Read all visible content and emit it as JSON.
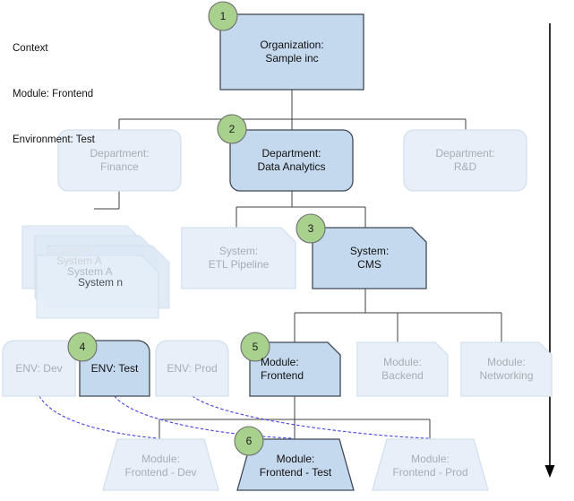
{
  "context": {
    "title": "Context",
    "module_line": "Module: Frontend",
    "environment_line": "Environment: Test"
  },
  "colors": {
    "active_fill": "#c5d9ee",
    "active_stroke": "#3f4a55",
    "dim_fill": "#e8eff8",
    "dim_stroke": "#d3e0ed",
    "active_text": "#111111",
    "dim_text": "#a8adb4",
    "badge_fill": "#a9d18e",
    "badge_stroke": "#6f6f6f",
    "connector": "#3f3f3f",
    "dashed_edge": "#4a4ae0",
    "flow_arrow": "#000000"
  },
  "levels": [
    {
      "name": "organization",
      "nodes": [
        {
          "id": "org",
          "line1": "Organization:",
          "line2": "Sample inc",
          "state": "active",
          "badge": "1"
        }
      ]
    },
    {
      "name": "department",
      "nodes": [
        {
          "id": "dept-finance",
          "line1": "Department:",
          "line2": "Finance",
          "state": "dim",
          "badge": null
        },
        {
          "id": "dept-data-analytics",
          "line1": "Department:",
          "line2": "Data Analytics",
          "state": "active",
          "badge": "2"
        },
        {
          "id": "dept-rnd",
          "line1": "Department:",
          "line2": "R&D",
          "state": "dim",
          "badge": null
        }
      ]
    },
    {
      "name": "system",
      "nodes": [
        {
          "id": "system-stack",
          "line1": "System A",
          "line2": "System A",
          "line3": "System A",
          "line4": "System n",
          "state": "dim",
          "badge": null
        },
        {
          "id": "system-etl",
          "line1": "System:",
          "line2": "ETL Pipeline",
          "state": "dim",
          "badge": null
        },
        {
          "id": "system-cms",
          "line1": "System:",
          "line2": "CMS",
          "state": "active",
          "badge": "3"
        }
      ]
    },
    {
      "name": "environment-and-module",
      "nodes": [
        {
          "id": "env-dev",
          "line1": "ENV: Dev",
          "line2": "",
          "state": "dim",
          "badge": null
        },
        {
          "id": "env-test",
          "line1": "ENV: Test",
          "line2": "",
          "state": "active",
          "badge": "4"
        },
        {
          "id": "env-prod",
          "line1": "ENV: Prod",
          "line2": "",
          "state": "dim",
          "badge": null
        },
        {
          "id": "module-frontend",
          "line1": "Module:",
          "line2": "Frontend",
          "state": "active",
          "badge": "5"
        },
        {
          "id": "module-backend",
          "line1": "Module:",
          "line2": "Backend",
          "state": "dim",
          "badge": null
        },
        {
          "id": "module-networking",
          "line1": "Module:",
          "line2": "Networking",
          "state": "dim",
          "badge": null
        }
      ]
    },
    {
      "name": "module-instance",
      "nodes": [
        {
          "id": "module-frontend-dev",
          "line1": "Module:",
          "line2": "Frontend - Dev",
          "state": "dim",
          "badge": null
        },
        {
          "id": "module-frontend-test",
          "line1": "Module:",
          "line2": "Frontend - Test",
          "state": "active",
          "badge": "6"
        },
        {
          "id": "module-frontend-prod",
          "line1": "Module:",
          "line2": "Frontend - Prod",
          "state": "dim",
          "badge": null
        }
      ]
    }
  ],
  "flow_arrow": {
    "label": "",
    "direction": "down"
  }
}
